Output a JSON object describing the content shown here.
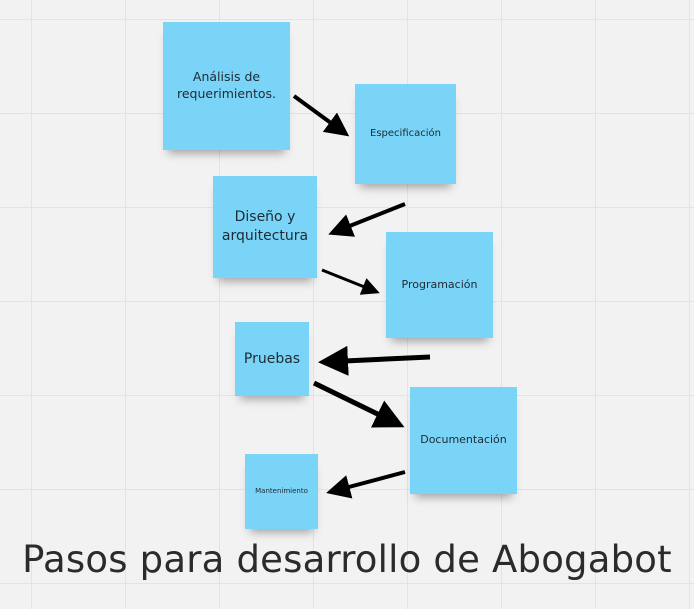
{
  "diagram": {
    "notes": [
      {
        "id": "analisis",
        "label": "Análisis de requerimientos."
      },
      {
        "id": "especificacion",
        "label": "Especificación"
      },
      {
        "id": "diseno",
        "label": "Diseño y arquitectura"
      },
      {
        "id": "programacion",
        "label": "Programación"
      },
      {
        "id": "pruebas",
        "label": "Pruebas"
      },
      {
        "id": "documentacion",
        "label": "Documentación"
      },
      {
        "id": "mantenimiento",
        "label": "Mantenimiento"
      }
    ],
    "edges": [
      {
        "from": "Análisis de requerimientos.",
        "to": "Especificación"
      },
      {
        "from": "Especificación",
        "to": "Diseño y arquitectura"
      },
      {
        "from": "Diseño y arquitectura",
        "to": "Programación"
      },
      {
        "from": "Programación",
        "to": "Pruebas"
      },
      {
        "from": "Pruebas",
        "to": "Documentación"
      },
      {
        "from": "Documentación",
        "to": "Mantenimiento"
      }
    ],
    "note_color": "#79d4f7",
    "arrow_color": "#000000"
  },
  "title": "Pasos para desarrollo de Abogabot"
}
